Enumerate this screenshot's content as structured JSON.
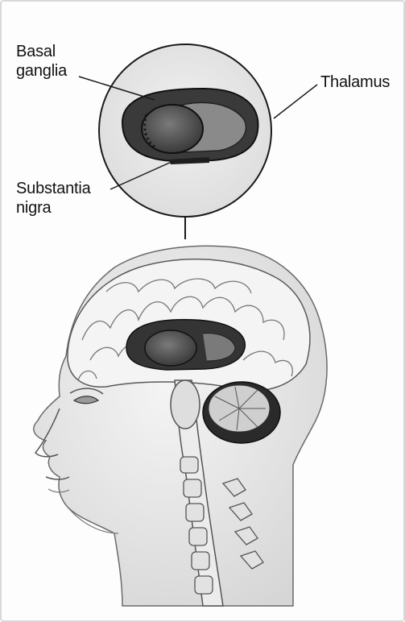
{
  "labels": {
    "basal_ganglia": [
      "Basal",
      "ganglia"
    ],
    "thalamus": "Thalamus",
    "substantia_nigra": [
      "Substantia",
      "nigra"
    ]
  },
  "colors": {
    "ink": "#111111",
    "dark_structure": "#2b2b2b",
    "mid_structure": "#6a6a6a",
    "skin": "#e9e9e9",
    "brain": "#f2f2f2"
  }
}
